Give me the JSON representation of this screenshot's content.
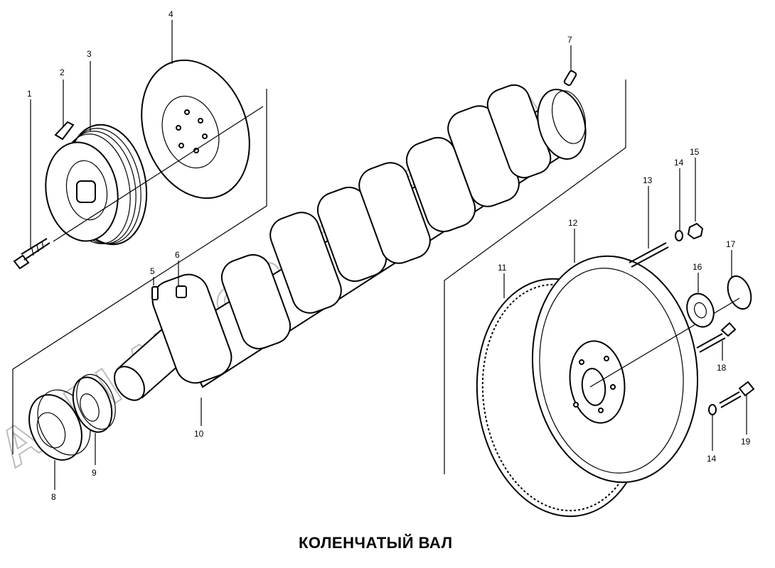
{
  "title": "КОЛЕНЧАТЫЙ ВАЛ",
  "watermark": "AGRI-AUTOPARTNER.RU",
  "callouts": [
    "1",
    "2",
    "3",
    "4",
    "5",
    "6",
    "7",
    "8",
    "9",
    "10",
    "11",
    "12",
    "13",
    "14",
    "15",
    "16",
    "17",
    "18",
    "14",
    "19"
  ]
}
